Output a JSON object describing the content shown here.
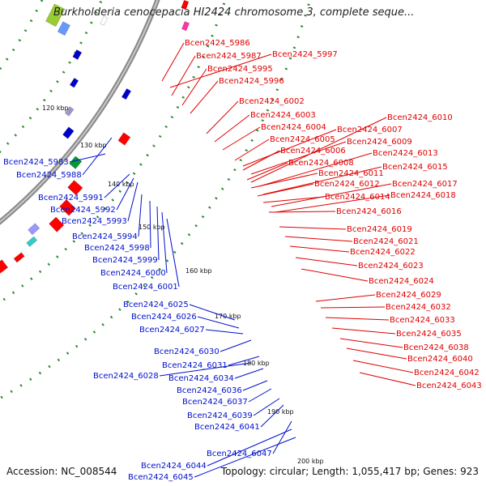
{
  "title": "Burkholderia cenocepacia HI2424 chromosome 3, complete seque...",
  "footer": {
    "accession": "Accession: NC_008544",
    "summary": "Topology: circular; Length: 1,055,417 bp; Genes: 923"
  },
  "colors": {
    "backbone": "#888888",
    "tick": "#2e8b2e",
    "forward_label": "#e00000",
    "reverse_label": "#0010cc"
  },
  "kbp_ticks": [
    "120 kbp",
    "130 kbp",
    "140 kbp",
    "150 kbp",
    "160 kbp",
    "170 kbp",
    "180 kbp",
    "190 kbp",
    "200 kbp"
  ],
  "reverse_genes": [
    "Bcen2424_5983",
    "Bcen2424_5988",
    "Bcen2424_5991",
    "Bcen2424_5992",
    "Bcen2424_5993",
    "Bcen2424_5994",
    "Bcen2424_5998",
    "Bcen2424_5999",
    "Bcen2424_6000",
    "Bcen2424_6001",
    "Bcen2424_6025",
    "Bcen2424_6026",
    "Bcen2424_6027",
    "Bcen2424_6030",
    "Bcen2424_6031",
    "Bcen2424_6028",
    "Bcen2424_6034",
    "Bcen2424_6036",
    "Bcen2424_6037",
    "Bcen2424_6039",
    "Bcen2424_6041",
    "Bcen2424_6047",
    "Bcen2424_6044",
    "Bcen2424_6045"
  ],
  "forward_genes": [
    "Bcen2424_5986",
    "Bcen2424_5997",
    "Bcen2424_5987",
    "Bcen2424_5995",
    "Bcen2424_5996",
    "Bcen2424_6002",
    "Bcen2424_6010",
    "Bcen2424_6003",
    "Bcen2424_6004",
    "Bcen2424_6007",
    "Bcen2424_6005",
    "Bcen2424_6009",
    "Bcen2424_6006",
    "Bcen2424_6013",
    "Bcen2424_6008",
    "Bcen2424_6015",
    "Bcen2424_6011",
    "Bcen2424_6012",
    "Bcen2424_6017",
    "Bcen2424_6018",
    "Bcen2424_6014",
    "Bcen2424_6016",
    "Bcen2424_6019",
    "Bcen2424_6021",
    "Bcen2424_6022",
    "Bcen2424_6023",
    "Bcen2424_6024",
    "Bcen2424_6029",
    "Bcen2424_6032",
    "Bcen2424_6033",
    "Bcen2424_6035",
    "Bcen2424_6038",
    "Bcen2424_6040",
    "Bcen2424_6042",
    "Bcen2424_6043"
  ]
}
